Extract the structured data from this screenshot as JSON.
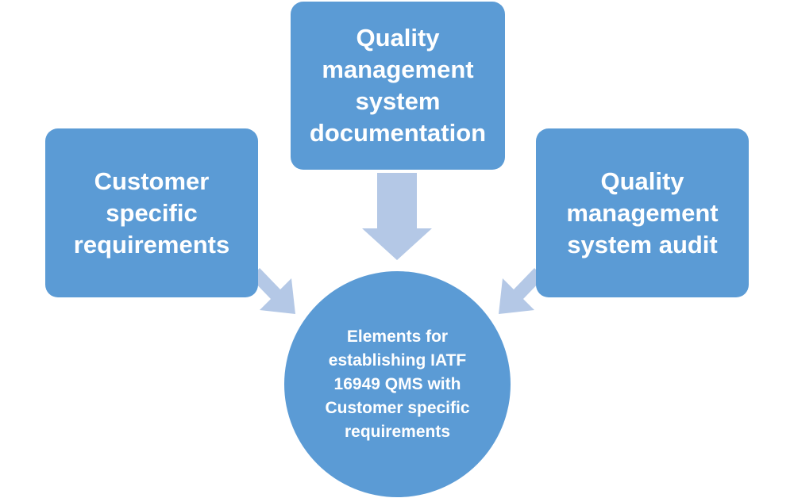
{
  "diagram": {
    "top_box": "Quality management system documentation",
    "left_box": "Customer specific requirements",
    "right_box": "Quality management system audit",
    "center": "Elements for establishing IATF 16949 QMS with Customer specific requirements"
  },
  "colors": {
    "shape_fill": "#5b9bd5",
    "arrow_fill": "#b4c8e6",
    "text": "#ffffff"
  }
}
